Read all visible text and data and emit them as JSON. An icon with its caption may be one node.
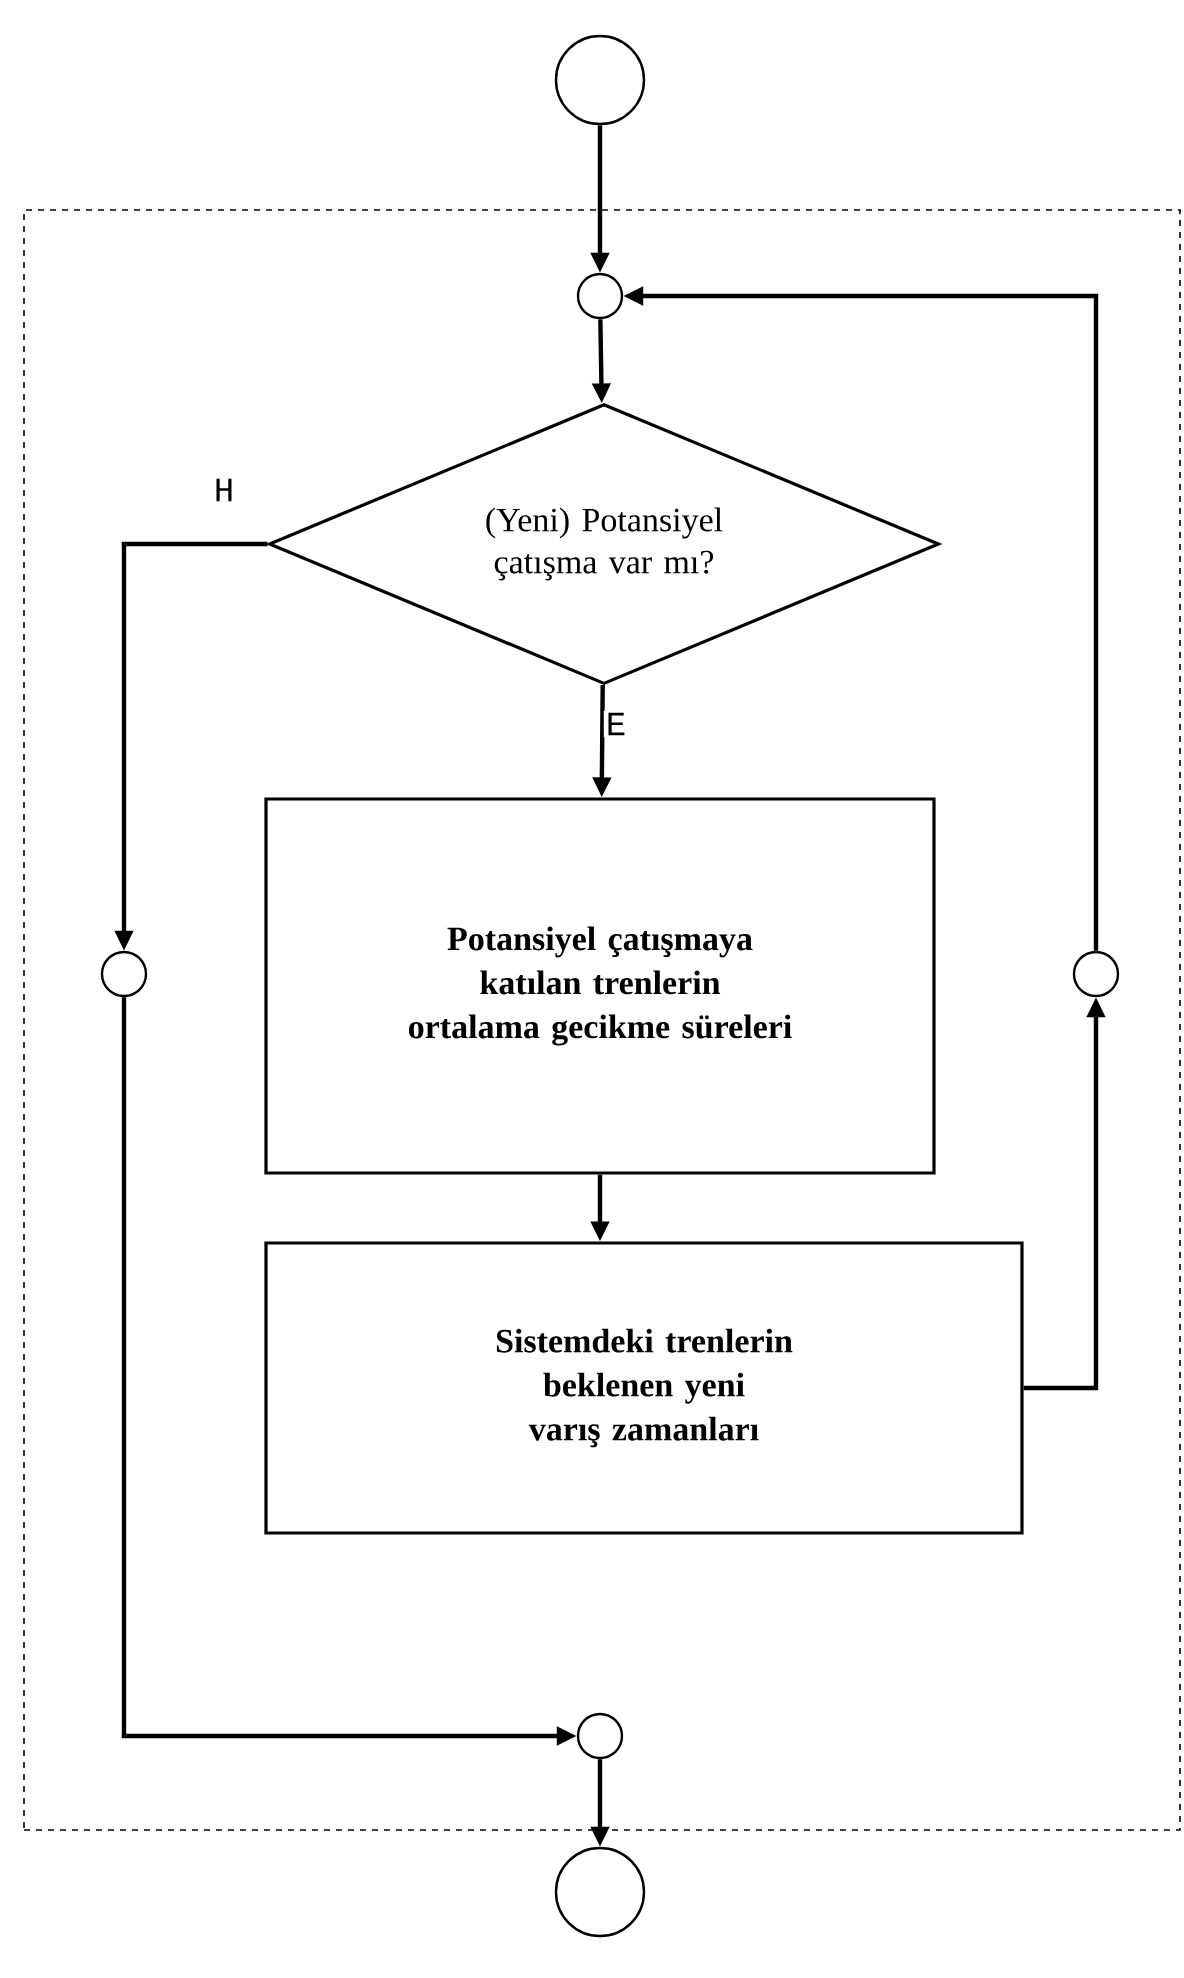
{
  "diagram": {
    "nodes": [
      {
        "text": [],
        "shape": "circle"
      },
      {
        "text": [],
        "shape": "box"
      },
      {
        "text": [],
        "shape": "circle",
        "in": 1
      },
      {
        "text": [
          "(Yeni) Potansiyel çatışma var mı?"
        ],
        "in": 1
      },
      {
        "text": [
          "Potansiyel çatışmaya katılan trenlerin ortalama gecikme süreleri"
        ],
        "in": 1
      },
      {
        "text": [
          "Sistemdeki trenlerin beklenen yeni varış zamanları"
        ],
        "in": 1
      },
      {
        "text": [],
        "shape": "circle",
        "in": 1
      },
      {
        "text": [],
        "shape": "circle",
        "in": 1
      },
      {
        "text": [],
        "shape": "circle",
        "in": 1
      },
      {
        "text": [],
        "shape": "circle"
      }
    ],
    "edges": [
      {
        "from": 0,
        "to": 2,
        "arrow": "to"
      },
      {
        "from": 2,
        "to": 3,
        "arrow": "to"
      },
      {
        "from": 3,
        "to": 6,
        "arrow": "to",
        "label": "H"
      },
      {
        "from": 3,
        "to": 4,
        "arrow": "to",
        "label": "E"
      },
      {
        "from": 4,
        "to": 5,
        "arrow": "to"
      },
      {
        "from": 5,
        "to": 7,
        "arrow": "to"
      },
      {
        "from": 7,
        "to": 2,
        "arrow": "to"
      },
      {
        "from": 6,
        "to": 8,
        "arrow": "to"
      },
      {
        "from": 8,
        "to": 9,
        "arrow": "to"
      }
    ]
  }
}
